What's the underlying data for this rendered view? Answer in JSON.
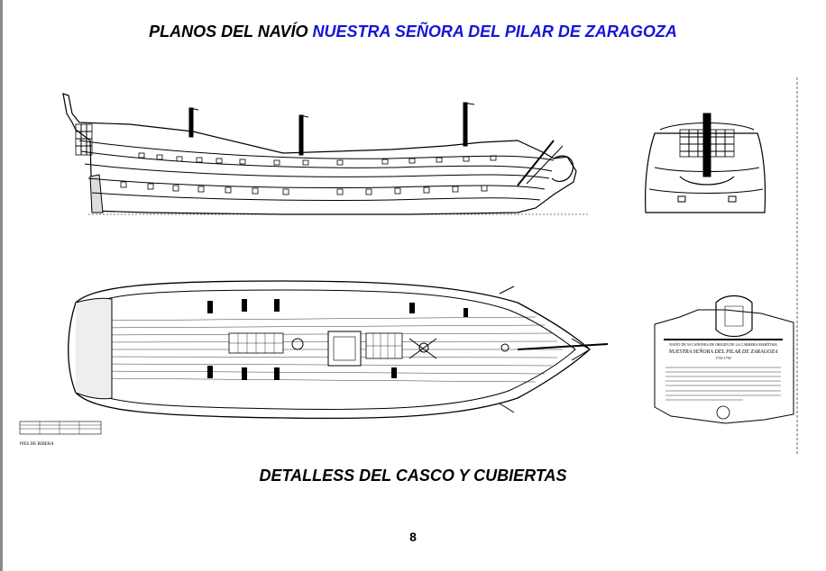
{
  "header": {
    "title_prefix": "PLANOS DEL NAVÍO ",
    "title_highlight": "NUESTRA SEÑORA DEL PILAR DE ZARAGOZA",
    "highlight_color": "#1515d8"
  },
  "drawing": {
    "scale_label": "PIES DE RIBERA",
    "cartouche": {
      "line1": "NAVÍO DE 50 CAÑONES DE ORIGEN DE LA CARRERA MARÍTIMA",
      "line2": "NUESTRA SEÑORA DEL PILAR DE ZARAGOZA",
      "line3": "1733-1750"
    }
  },
  "footer": {
    "subtitle": "DETALLESS DEL CASCO Y CUBIERTAS",
    "page_number": "8"
  }
}
